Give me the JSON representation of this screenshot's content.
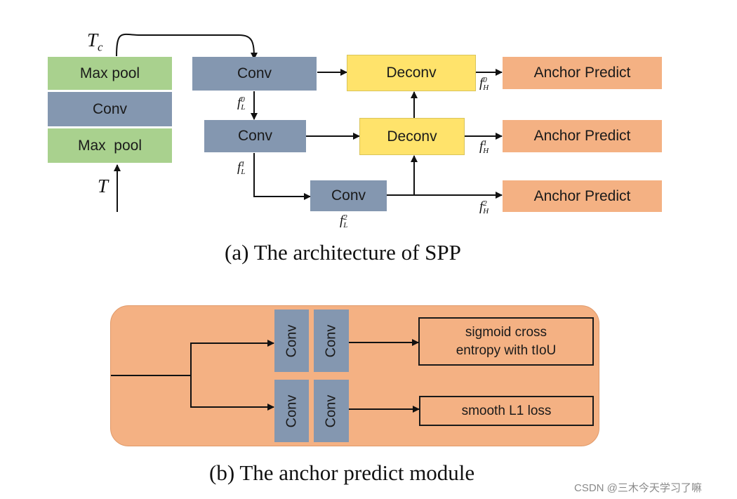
{
  "diagram": {
    "spp": {
      "input_top_label": "T",
      "input_top_sub": "c",
      "input_bottom_label": "T",
      "stack": [
        "Max pool",
        "Conv",
        "Max  pool"
      ],
      "conv_label": "Conv",
      "deconv_label": "Deconv",
      "anchor_label": "Anchor Predict",
      "fl_base": "f",
      "fl_sub": "L",
      "fl_sups": [
        "0",
        "1",
        "2"
      ],
      "fh_base": "f",
      "fh_sub": "H",
      "fh_sups": [
        "0",
        "1",
        "2"
      ],
      "caption": "(a) The architecture of SPP"
    },
    "anchor_module": {
      "conv_label": "Conv",
      "output_top": "sigmoid cross\nentropy with tIoU",
      "output_bottom": "smooth L1 loss",
      "caption": "(b) The anchor predict module"
    },
    "colors": {
      "maxpool": "#a9d18e",
      "conv": "#8497b0",
      "deconv": "#ffe36b",
      "anchor": "#f4b183",
      "module_bg": "#f4b183"
    }
  },
  "watermark": "CSDN @三木今天学习了嘛"
}
